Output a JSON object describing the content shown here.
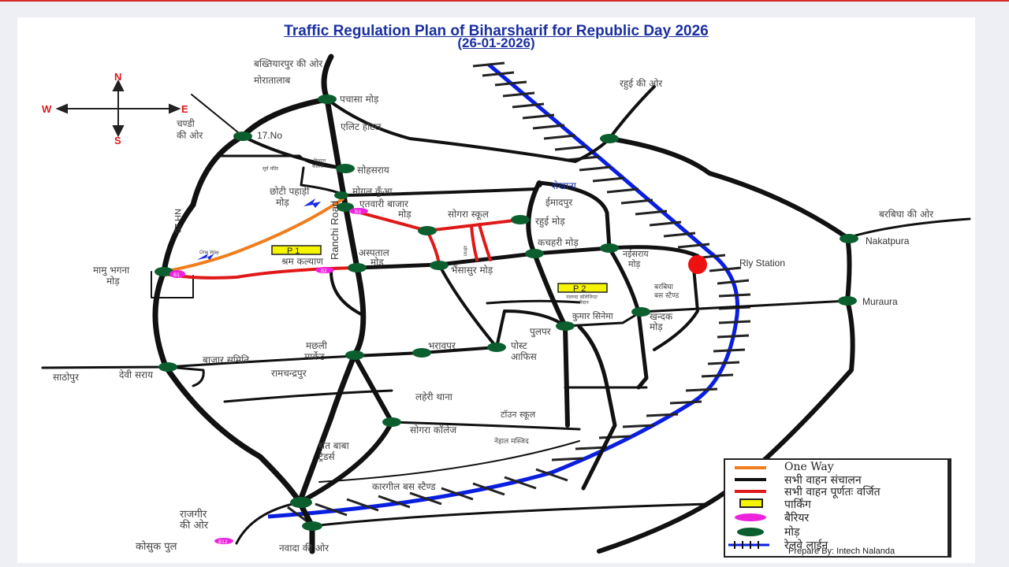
{
  "title": {
    "line1": "Traffic Regulation Plan of Biharsharif for Republic Day 2026",
    "line2": "(26-01-2026)"
  },
  "compass": {
    "north": "N",
    "south": "S",
    "east": "E",
    "west": "W"
  },
  "colors": {
    "one_way": "#f07d1e",
    "all_vehicles": "#111111",
    "prohibited": "#e01818",
    "parking": "#f5f500",
    "barrier": "#ee22dd",
    "junction": "#0b5e2e",
    "railway": "#0a1ee0",
    "rly_station": "#ee1111"
  },
  "directions": {
    "bakhtiyarpur": "बख्तियारपुर की ओर",
    "chandi": [
      "चण्डी",
      "की ओर"
    ],
    "rahui": "रहुई की ओर",
    "barbigha": "बरबिघा की ओर",
    "rajgir": [
      "राजगीर",
      "की ओर"
    ],
    "nawada": "नवादा की ओर"
  },
  "roads": {
    "nh20": "NH 20",
    "ranchi_road": "Ranchi Road",
    "one_way_small": "One Way"
  },
  "places": {
    "moratalab": "मोरातालाब",
    "pachasa_mor": "पचासा मोड़",
    "no17": "17.No",
    "elite_hotel": "एलिट   होटल",
    "kisan_college": [
      "किसान",
      "कॉलेज"
    ],
    "surya_mandir": "सूर्य मंदिर",
    "sohsarai": "सोहसराय",
    "chhoti_pahari": [
      "छोटी पहाड़ी",
      "मोड़"
    ],
    "mogal_kuan": "मोगल कुँआ",
    "etwari_bazar": [
      "एतवारी बाजार",
      "मोड़"
    ],
    "sogra_school": "सोगरा स्कूल",
    "sheikhana": "शेखाना",
    "imadpur": "ईमादपुर",
    "rahui_mor": "रहुई मोड़",
    "kachahari_mor": "कचहरी मोड़",
    "naisarai_mor": [
      "नईसराय",
      "मोड़"
    ],
    "shram_kalyan": "श्रम कल्याण",
    "aspatal_mor": [
      "अस्पताल",
      "मोड़"
    ],
    "bhainsasur_mor": "भैंसासुर मोड़",
    "mamu_bhagna": [
      "मामु भगना",
      "मोड़"
    ],
    "nalanda_college": [
      "नालन्दा कॉलेजिएट",
      "मैदान"
    ],
    "barbigha_bus": [
      "बरबिघा",
      "बस स्टैण्ड"
    ],
    "kumar_cinema": "कुमार सिनेमा",
    "khandak_mor": [
      "खन्दक",
      "मोड़"
    ],
    "pulpar": "पुलपर",
    "post_office": [
      "पोस्ट",
      "आफिस"
    ],
    "bharavpar": "भरावपर",
    "machhli_market": [
      "मछली",
      "मार्केट"
    ],
    "bazar_samiti": "बाजार समिति",
    "ramchandrapur": "रामचन्द्रपुर",
    "sathopur": "साठोपुर",
    "devi_sarai": "देवी सराय",
    "laheri_thana": "लहेरी थाना",
    "town_school": "टॉउन स्कूल",
    "sogra_college": "सोगरा कॉलेज",
    "nehal_masjid": "नेहाल मस्जिद",
    "sant_baba": [
      "संत बाबा",
      "ट्रेडर्स"
    ],
    "kargil_bus": "कारगील बस स्टैण्ड",
    "kosuk_pul": "कोसुक पुल",
    "nakatpura": "Nakatpura",
    "muraura": "Muraura",
    "rly_station": "Rly Station",
    "sogra_small": "सोगरा"
  },
  "parking": [
    {
      "id": "P 1",
      "name": "श्रम कल्याण"
    },
    {
      "id": "P 2",
      "name": "नालन्दा कॉलेजिएट मैदान"
    }
  ],
  "barriers": [
    "B1",
    "B2",
    "B3",
    "B12"
  ],
  "legend": {
    "items": [
      {
        "key": "one_way",
        "label": "One Way"
      },
      {
        "key": "all_vehicles",
        "label": "सभी वाहन संचालन"
      },
      {
        "key": "prohibited",
        "label": "सभी वाहन पूर्णतः वर्जित"
      },
      {
        "key": "parking",
        "label": "पार्किंग"
      },
      {
        "key": "barrier",
        "label": "बैरियर"
      },
      {
        "key": "junction",
        "label": "मोड़"
      },
      {
        "key": "railway",
        "label": "रेलवे लाईन"
      }
    ],
    "prepared_by": "Prepare By: Intech Nalanda"
  }
}
